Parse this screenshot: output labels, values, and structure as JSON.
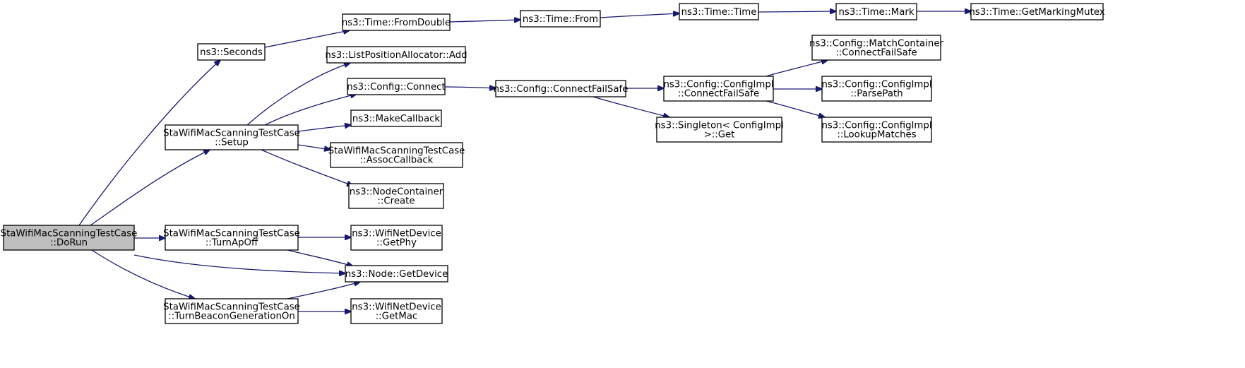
{
  "diagram": {
    "edge_color": "#191970",
    "root_fill": "#bfbfbf",
    "node_fill": "#ffffff",
    "nodes": [
      {
        "id": "dorun",
        "lines": [
          "StaWifiMacScanningTestCase",
          "::DoRun"
        ],
        "root": true
      },
      {
        "id": "seconds",
        "lines": [
          "ns3::Seconds"
        ]
      },
      {
        "id": "setup",
        "lines": [
          "StaWifiMacScanningTestCase",
          "::Setup"
        ]
      },
      {
        "id": "turnapoff",
        "lines": [
          "StaWifiMacScanningTestCase",
          "::TurnApOff"
        ]
      },
      {
        "id": "turnbeacon",
        "lines": [
          "StaWifiMacScanningTestCase",
          "::TurnBeaconGenerationOn"
        ]
      },
      {
        "id": "getdevice",
        "lines": [
          "ns3::Node::GetDevice"
        ]
      },
      {
        "id": "fromdouble",
        "lines": [
          "ns3::Time::FromDouble"
        ]
      },
      {
        "id": "from",
        "lines": [
          "ns3::Time::From"
        ]
      },
      {
        "id": "time",
        "lines": [
          "ns3::Time::Time"
        ]
      },
      {
        "id": "mark",
        "lines": [
          "ns3::Time::Mark"
        ]
      },
      {
        "id": "getmarkingmutex",
        "lines": [
          "ns3::Time::GetMarkingMutex"
        ]
      },
      {
        "id": "listadd",
        "lines": [
          "ns3::ListPositionAllocator::Add"
        ]
      },
      {
        "id": "connect",
        "lines": [
          "ns3::Config::Connect"
        ]
      },
      {
        "id": "makecallback",
        "lines": [
          "ns3::MakeCallback"
        ]
      },
      {
        "id": "assoccallback",
        "lines": [
          "StaWifiMacScanningTestCase",
          "::AssocCallback"
        ]
      },
      {
        "id": "nodecreate",
        "lines": [
          "ns3::NodeContainer",
          "::Create"
        ]
      },
      {
        "id": "getphy",
        "lines": [
          "ns3::WifiNetDevice",
          "::GetPhy"
        ]
      },
      {
        "id": "getmac",
        "lines": [
          "ns3::WifiNetDevice",
          "::GetMac"
        ]
      },
      {
        "id": "connectfailsafe",
        "lines": [
          "ns3::Config::ConnectFailSafe"
        ]
      },
      {
        "id": "implconnectfailsafe",
        "lines": [
          "ns3::Config::ConfigImpl",
          "::ConnectFailSafe"
        ]
      },
      {
        "id": "singletonget",
        "lines": [
          "ns3::Singleton< ConfigImpl",
          " >::Get"
        ]
      },
      {
        "id": "matchconnect",
        "lines": [
          "ns3::Config::MatchContainer",
          "::ConnectFailSafe"
        ]
      },
      {
        "id": "parsepath",
        "lines": [
          "ns3::Config::ConfigImpl",
          "::ParsePath"
        ]
      },
      {
        "id": "lookupmatches",
        "lines": [
          "ns3::Config::ConfigImpl",
          "::LookupMatches"
        ]
      }
    ],
    "edges": [
      {
        "from": "dorun",
        "to": "seconds"
      },
      {
        "from": "dorun",
        "to": "setup"
      },
      {
        "from": "dorun",
        "to": "turnapoff"
      },
      {
        "from": "dorun",
        "to": "getdevice"
      },
      {
        "from": "dorun",
        "to": "turnbeacon"
      },
      {
        "from": "seconds",
        "to": "fromdouble"
      },
      {
        "from": "fromdouble",
        "to": "from"
      },
      {
        "from": "from",
        "to": "time"
      },
      {
        "from": "time",
        "to": "mark"
      },
      {
        "from": "mark",
        "to": "getmarkingmutex"
      },
      {
        "from": "setup",
        "to": "listadd"
      },
      {
        "from": "setup",
        "to": "connect"
      },
      {
        "from": "setup",
        "to": "makecallback"
      },
      {
        "from": "setup",
        "to": "assoccallback"
      },
      {
        "from": "setup",
        "to": "nodecreate"
      },
      {
        "from": "connect",
        "to": "connectfailsafe"
      },
      {
        "from": "connectfailsafe",
        "to": "implconnectfailsafe"
      },
      {
        "from": "connectfailsafe",
        "to": "singletonget"
      },
      {
        "from": "implconnectfailsafe",
        "to": "matchconnect"
      },
      {
        "from": "implconnectfailsafe",
        "to": "parsepath"
      },
      {
        "from": "implconnectfailsafe",
        "to": "lookupmatches"
      },
      {
        "from": "turnapoff",
        "to": "getphy"
      },
      {
        "from": "turnapoff",
        "to": "getdevice"
      },
      {
        "from": "turnbeacon",
        "to": "getdevice"
      },
      {
        "from": "turnbeacon",
        "to": "getmac"
      }
    ]
  }
}
